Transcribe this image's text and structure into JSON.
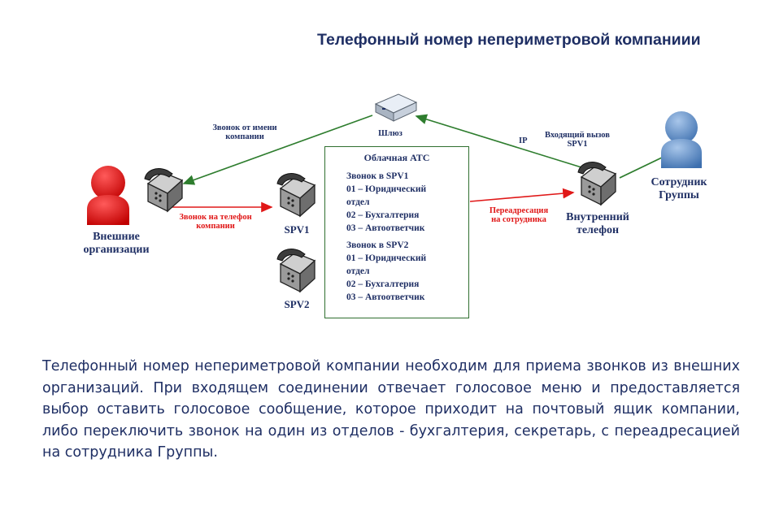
{
  "title": "Телефонный номер непериметровой компаниии",
  "nodes": {
    "external_org": "Внешние\nорганизации",
    "employee": "Сотрудник\nГруппы",
    "internal_phone": "Внутренний\nтелефон",
    "gateway": "Шлюз",
    "spv1": "SPV1",
    "spv2": "SPV2"
  },
  "arrows": {
    "call_on_behalf": "Звонок от имени\nкомпании",
    "call_to_company": "Звонок на телефон\nкомпании",
    "forward_to_employee": "Переадресация\nна сотрудника",
    "ip": "IP",
    "incoming_call": "Входящий вызов\nSPV1"
  },
  "cloud_pbx": {
    "title": "Облачная АТС",
    "lines": [
      "Звонок в SPV1",
      "01 – Юридический",
      "отдел",
      "02 – Бухгалтерия",
      "03 – Автоответчик",
      "Звонок в SPV2",
      "01 – Юридический",
      "отдел",
      "02 – Бухгалтерия",
      "03 – Автоответчик"
    ]
  },
  "description": "Телефонный номер непериметровой компании необходим для приема звонков из внешних организаций. При входящем соединении отвечает голосовое меню и предоставляется выбор оставить голосовое сообщение, которое приходит на почтовый ящик компании, либо переключить звонок на один из отделов - бухгалтерия, секретарь, с переадресацией на сотрудника Группы.",
  "colors": {
    "text": "#1f2f64",
    "red_arrow": "#e01818",
    "green_arrow": "#2e7d2e",
    "person_red": "#dd1010",
    "person_blue": "#5e8fc8"
  }
}
